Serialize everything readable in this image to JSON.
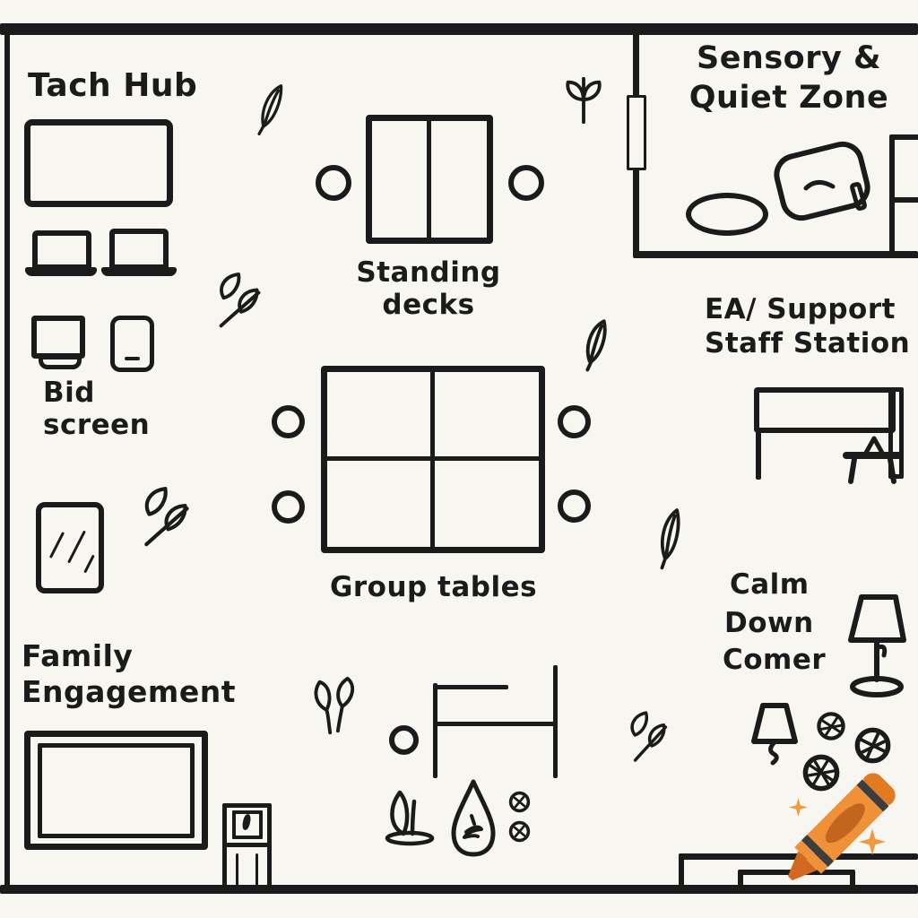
{
  "canvas": {
    "background": "#f8f6f1",
    "ink": "#1b1b1b"
  },
  "zones": {
    "tech_hub": {
      "label": "Tach Hub"
    },
    "big_screen": {
      "line1": "Bid",
      "line2": "screen"
    },
    "standing_desks": {
      "line1": "Standing",
      "line2": "decks"
    },
    "group_tables": {
      "label": "Group tables"
    },
    "family_engagement": {
      "line1": "Family",
      "line2": "Engagement"
    },
    "sensory_quiet": {
      "line1": "Sensory &",
      "line2": "Quiet Zone"
    },
    "ea_support": {
      "line1": "EA/ Support",
      "line2": "Staff Station"
    },
    "calm_down": {
      "line1": "Calm",
      "line2": "Down",
      "line3": "Comer"
    }
  },
  "logo": {
    "crayon_body": "#ef9138",
    "crayon_cap": "#e07b22",
    "crayon_tip": "#d2691e",
    "crayon_oval": "#c2661e",
    "crayon_band": "#3d3d3d",
    "sparkle": "#f09a3f"
  },
  "icons": [
    "display-screen-icon",
    "laptop-icon",
    "monitor-icon",
    "tablet-icon",
    "mirror-icon",
    "whiteboard-icon",
    "cabinet-icon",
    "standing-desk-icon",
    "seat-icon",
    "group-table-icon",
    "door-icon",
    "rug-icon",
    "beanbag-icon",
    "shelf-icon",
    "desk-icon",
    "stool-icon",
    "floor-lamp-icon",
    "lampshade-icon",
    "pouf-icon",
    "teardrop-plant-icon",
    "plant-dish-icon",
    "leaf-icon",
    "feather-icon",
    "sprout-icon",
    "bench-icon",
    "crayon-logo",
    "sparkle-icon"
  ]
}
